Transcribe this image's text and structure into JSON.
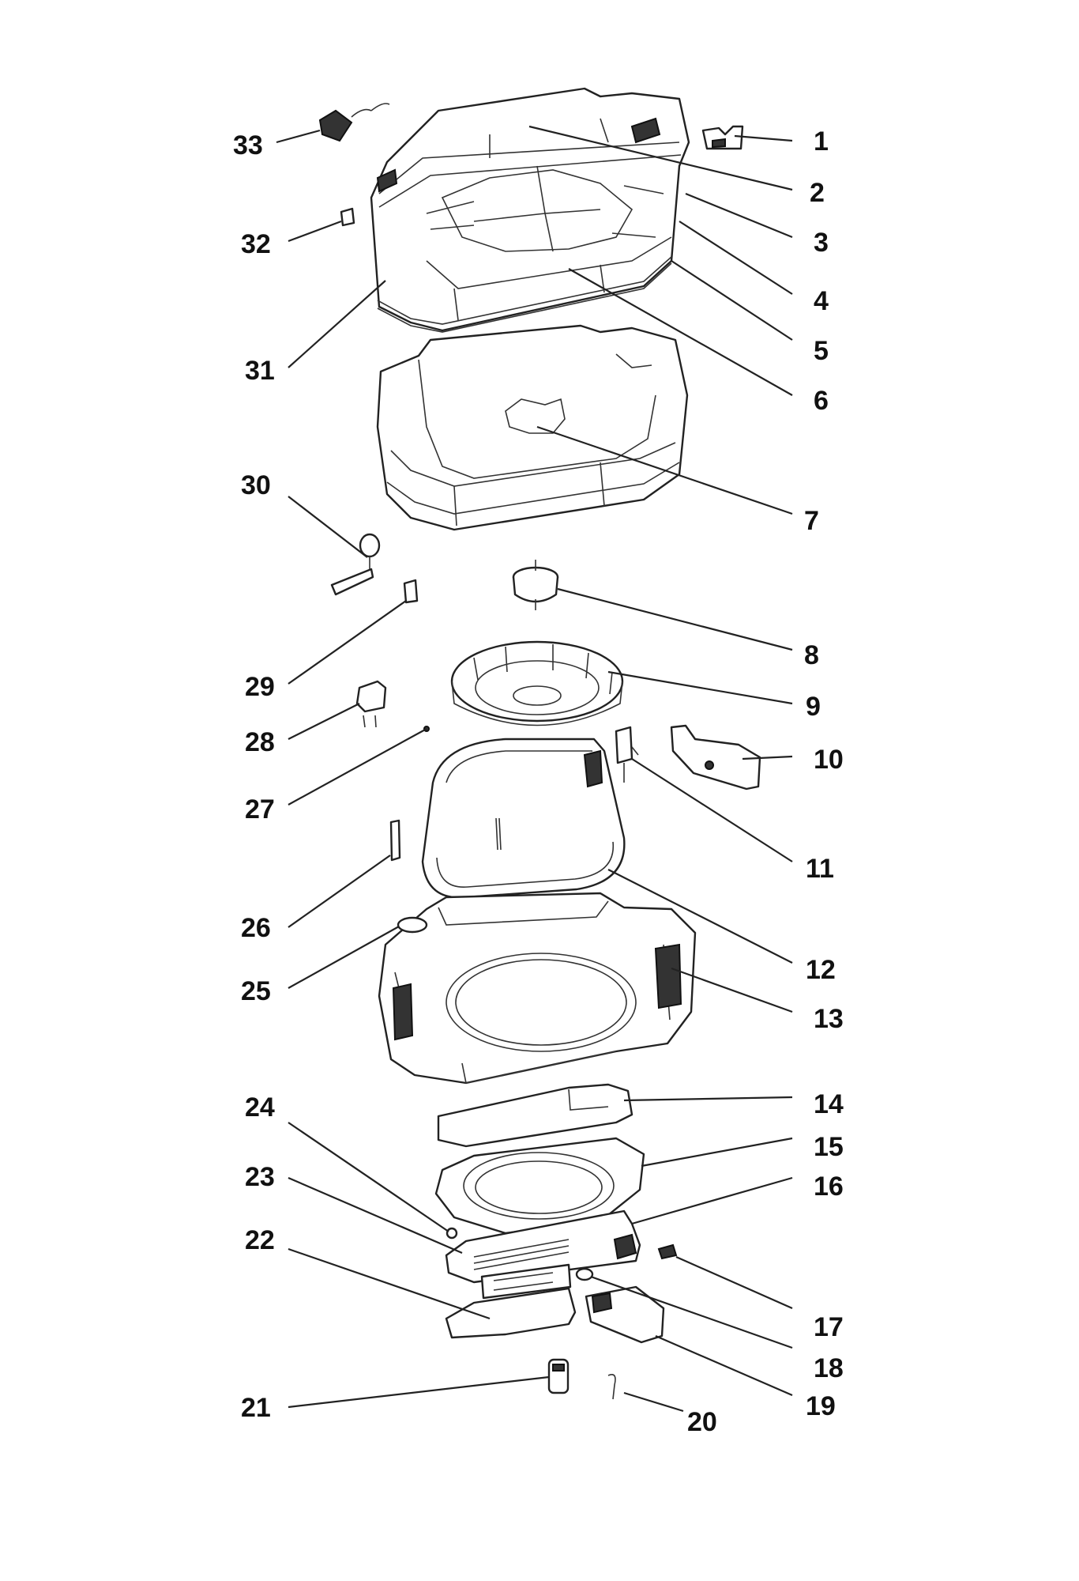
{
  "diagram": {
    "callouts": [
      {
        "id": "1",
        "label": "1"
      },
      {
        "id": "2",
        "label": "2"
      },
      {
        "id": "3",
        "label": "3"
      },
      {
        "id": "4",
        "label": "4"
      },
      {
        "id": "5",
        "label": "5"
      },
      {
        "id": "6",
        "label": "6"
      },
      {
        "id": "7",
        "label": "7"
      },
      {
        "id": "8",
        "label": "8"
      },
      {
        "id": "9",
        "label": "9"
      },
      {
        "id": "10",
        "label": "10"
      },
      {
        "id": "11",
        "label": "11"
      },
      {
        "id": "12",
        "label": "12"
      },
      {
        "id": "13",
        "label": "13"
      },
      {
        "id": "14",
        "label": "14"
      },
      {
        "id": "15",
        "label": "15"
      },
      {
        "id": "16",
        "label": "16"
      },
      {
        "id": "17",
        "label": "17"
      },
      {
        "id": "18",
        "label": "18"
      },
      {
        "id": "19",
        "label": "19"
      },
      {
        "id": "20",
        "label": "20"
      },
      {
        "id": "21",
        "label": "21"
      },
      {
        "id": "22",
        "label": "22"
      },
      {
        "id": "23",
        "label": "23"
      },
      {
        "id": "24",
        "label": "24"
      },
      {
        "id": "25",
        "label": "25"
      },
      {
        "id": "26",
        "label": "26"
      },
      {
        "id": "27",
        "label": "27"
      },
      {
        "id": "28",
        "label": "28"
      },
      {
        "id": "29",
        "label": "29"
      },
      {
        "id": "30",
        "label": "30"
      },
      {
        "id": "31",
        "label": "31"
      },
      {
        "id": "32",
        "label": "32"
      },
      {
        "id": "33",
        "label": "33"
      }
    ]
  }
}
